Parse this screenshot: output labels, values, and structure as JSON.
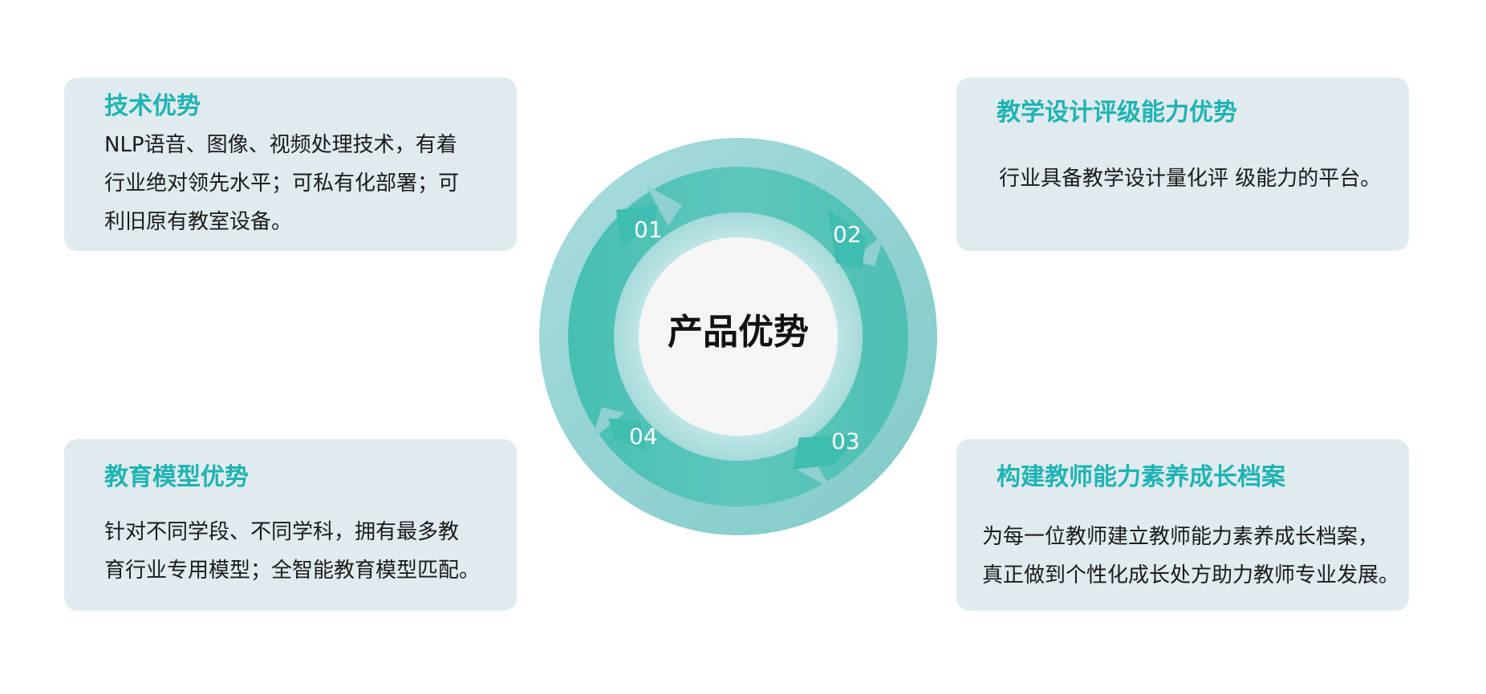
{
  "center": {
    "title": "产品优势"
  },
  "steps": [
    "01",
    "02",
    "03",
    "04"
  ],
  "cards": {
    "top_left": {
      "title": "技术优势",
      "lines": [
        "NLP语音、图像、视频处理技术，有着",
        "行业绝对领先水平；可私有化部署；可",
        "利旧原有教室设备。"
      ]
    },
    "top_right": {
      "title": "教学设计评级能力优势",
      "lines": [
        "行业具备教学设计量化评 级能力的平台。"
      ]
    },
    "bottom_left": {
      "title": "教育模型优势",
      "lines": [
        "针对不同学段、不同学科，拥有最多教",
        "育行业专用模型；全智能教育模型匹配。"
      ]
    },
    "bottom_right": {
      "title": "构建教师能力素养成长档案",
      "lines": [
        "为每一位教师建立教师能力素养成长档案，",
        "真正做到个性化成长处方助力教师专业发展。"
      ]
    }
  },
  "colors": {
    "accent": "#1fb3b3",
    "card_bg": "#e0ebef",
    "ring_outer": "#9fd6d8",
    "ring_teal": "#4ec2b8",
    "center_fill": "#f5f5f5"
  }
}
